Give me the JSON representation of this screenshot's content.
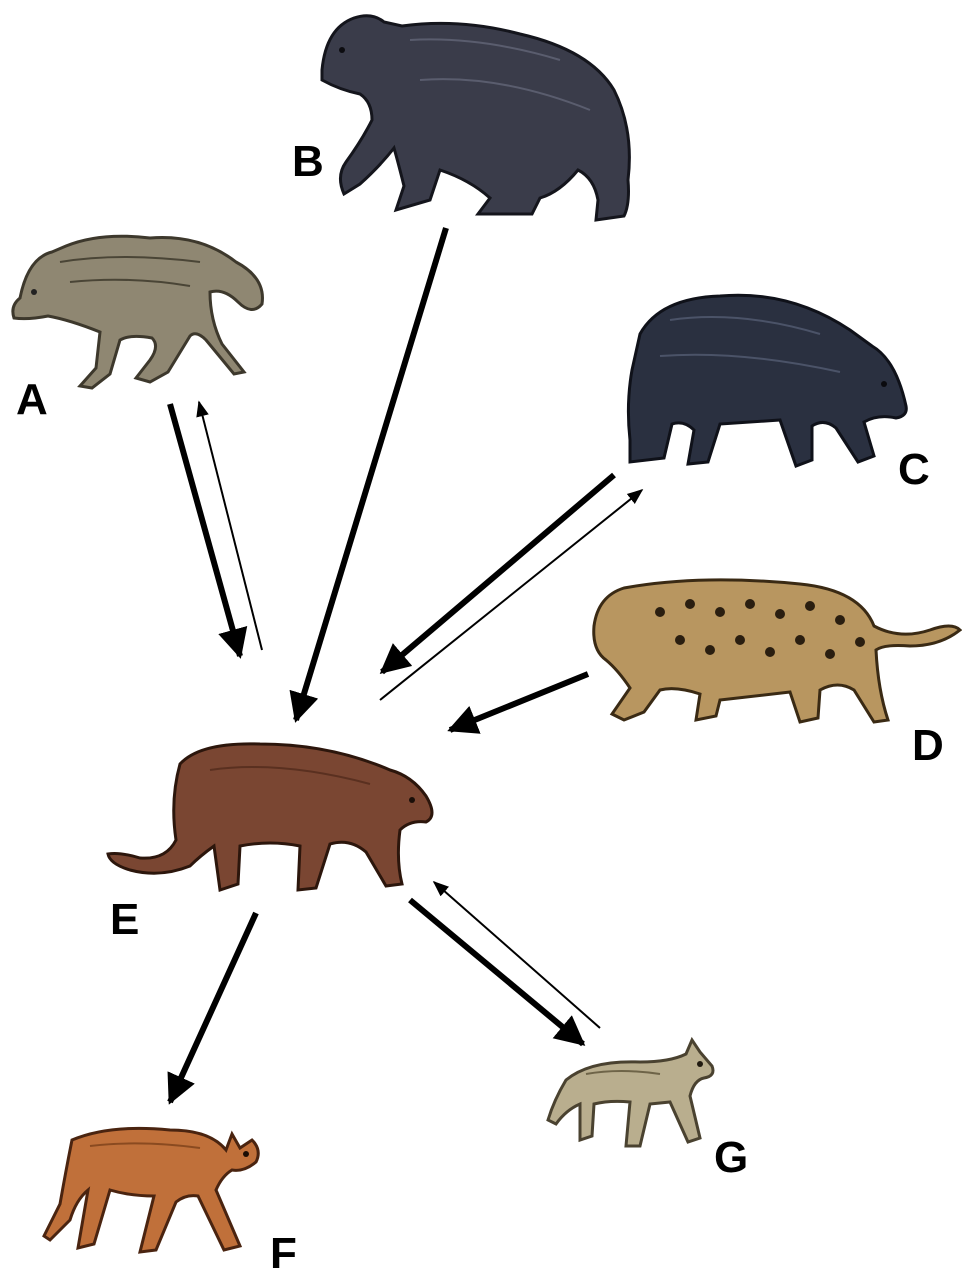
{
  "nodes": [
    {
      "id": "A",
      "label": "A",
      "animal": "gray-wolf",
      "color": "#8f8772"
    },
    {
      "id": "B",
      "label": "B",
      "animal": "grizzly-bear",
      "color": "#3a3c4a"
    },
    {
      "id": "C",
      "label": "C",
      "animal": "black-bear",
      "color": "#2a3040"
    },
    {
      "id": "D",
      "label": "D",
      "animal": "jaguar",
      "color": "#b89660"
    },
    {
      "id": "E",
      "label": "E",
      "animal": "puma",
      "color": "#7a4632"
    },
    {
      "id": "F",
      "label": "F",
      "animal": "maned-wolf",
      "color": "#c0703a"
    },
    {
      "id": "G",
      "label": "G",
      "animal": "coyote",
      "color": "#b9ae8e"
    }
  ],
  "edges": [
    {
      "from": "A",
      "to": "E",
      "weight": "strong"
    },
    {
      "from": "E",
      "to": "A",
      "weight": "weak"
    },
    {
      "from": "B",
      "to": "E",
      "weight": "strong"
    },
    {
      "from": "C",
      "to": "E",
      "weight": "strong"
    },
    {
      "from": "E",
      "to": "C",
      "weight": "weak"
    },
    {
      "from": "D",
      "to": "E",
      "weight": "strong"
    },
    {
      "from": "E",
      "to": "F",
      "weight": "strong"
    },
    {
      "from": "E",
      "to": "G",
      "weight": "strong"
    },
    {
      "from": "G",
      "to": "E",
      "weight": "weak"
    }
  ]
}
